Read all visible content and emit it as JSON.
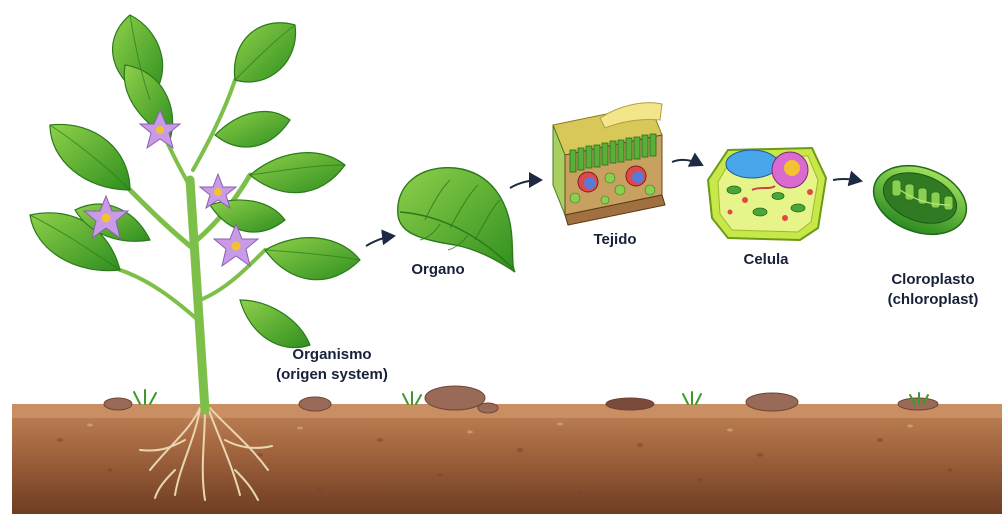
{
  "colors": {
    "label_text": "#17213a",
    "arrow": "#1e2a44",
    "soil_top": "#c0845a",
    "soil_mid": "#9c5f3a",
    "soil_deep": "#6e3d22",
    "leaf_dark": "#2f8f1f",
    "leaf_light": "#8fd04a",
    "flower": "#c99be6",
    "flower_center": "#f2c230",
    "root": "#e8d7b0",
    "stem": "#7cc04a"
  },
  "stages": [
    {
      "id": "organism",
      "line1": "Organismo",
      "line2": "(origen system)",
      "icon": "plant-icon"
    },
    {
      "id": "organ",
      "line1": "Organo",
      "line2": "",
      "icon": "leaf-icon"
    },
    {
      "id": "tissue",
      "line1": "Tejido",
      "line2": "",
      "icon": "tissue-block-icon"
    },
    {
      "id": "cell",
      "line1": "Celula",
      "line2": "",
      "icon": "plant-cell-icon"
    },
    {
      "id": "chloroplast",
      "line1": "Cloroplasto",
      "line2": "(chloroplast)",
      "icon": "chloroplast-icon"
    }
  ],
  "arrows": [
    {
      "from": "organism",
      "to": "organ",
      "icon": "arrow-right-icon"
    },
    {
      "from": "organ",
      "to": "tissue",
      "icon": "arrow-right-icon"
    },
    {
      "from": "tissue",
      "to": "cell",
      "icon": "arrow-right-icon"
    },
    {
      "from": "cell",
      "to": "chloroplast",
      "icon": "arrow-right-icon"
    }
  ]
}
